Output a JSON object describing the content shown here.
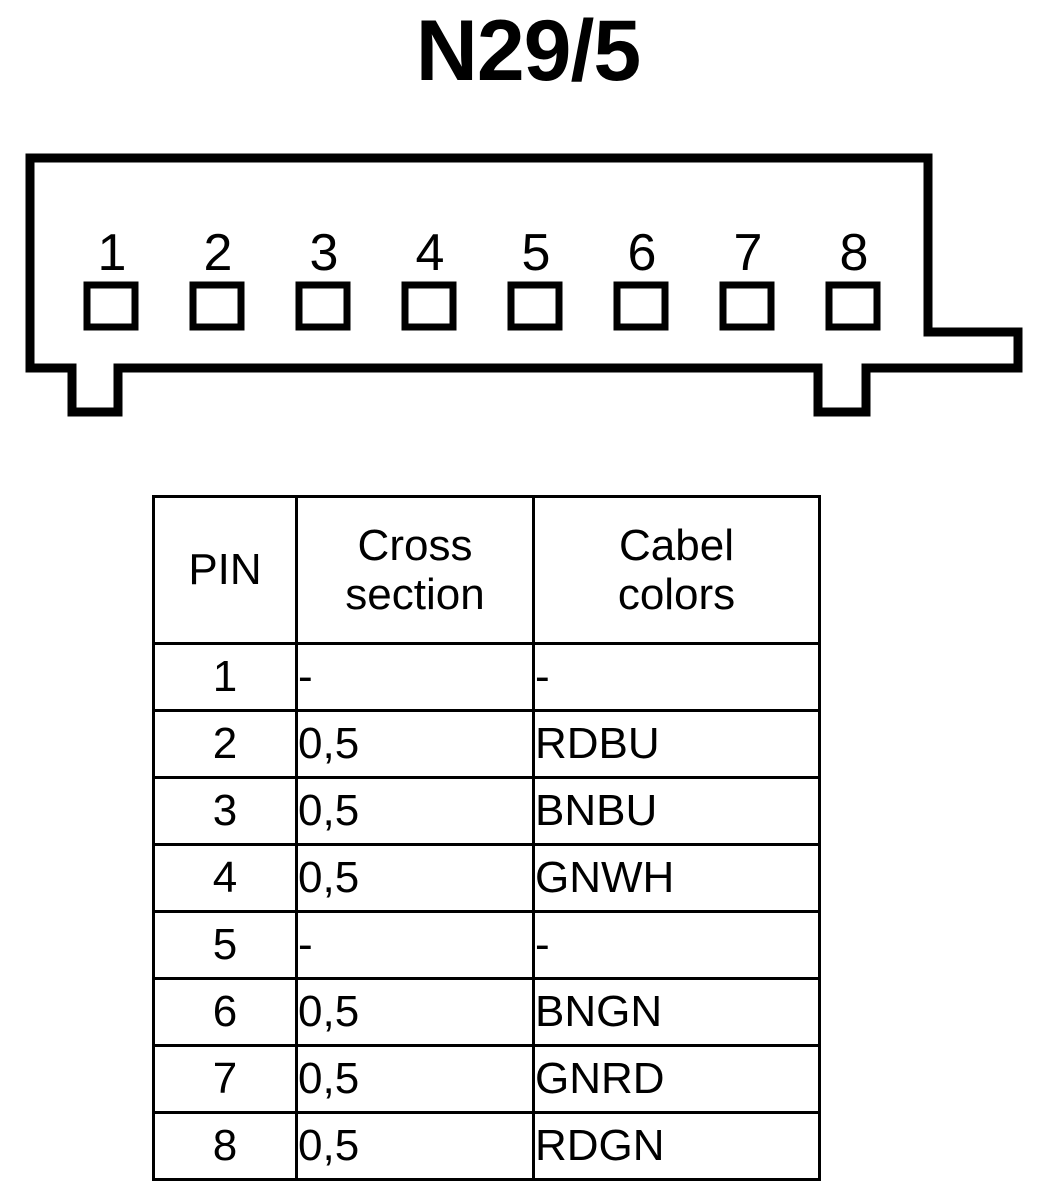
{
  "title": "N29/5",
  "connector": {
    "name": "8-pin-connector-outline",
    "pin_count": 8,
    "pin_numbers": [
      "1",
      "2",
      "3",
      "4",
      "5",
      "6",
      "7",
      "8"
    ],
    "outline_color": "#000000",
    "fill_color": "#ffffff"
  },
  "table": {
    "headers": {
      "pin": "PIN",
      "cross_section_line1": "Cross",
      "cross_section_line2": "section",
      "cable_colors_line1": "Cabel",
      "cable_colors_line2": "colors"
    },
    "rows": [
      {
        "pin": "1",
        "cross_section": "-",
        "cable_colors": "-"
      },
      {
        "pin": "2",
        "cross_section": "0,5",
        "cable_colors": "RDBU"
      },
      {
        "pin": "3",
        "cross_section": "0,5",
        "cable_colors": "BNBU"
      },
      {
        "pin": "4",
        "cross_section": "0,5",
        "cable_colors": "GNWH"
      },
      {
        "pin": "5",
        "cross_section": "-",
        "cable_colors": "-"
      },
      {
        "pin": "6",
        "cross_section": "0,5",
        "cable_colors": "BNGN"
      },
      {
        "pin": "7",
        "cross_section": "0,5",
        "cable_colors": "GNRD"
      },
      {
        "pin": "8",
        "cross_section": "0,5",
        "cable_colors": "RDGN"
      }
    ]
  }
}
